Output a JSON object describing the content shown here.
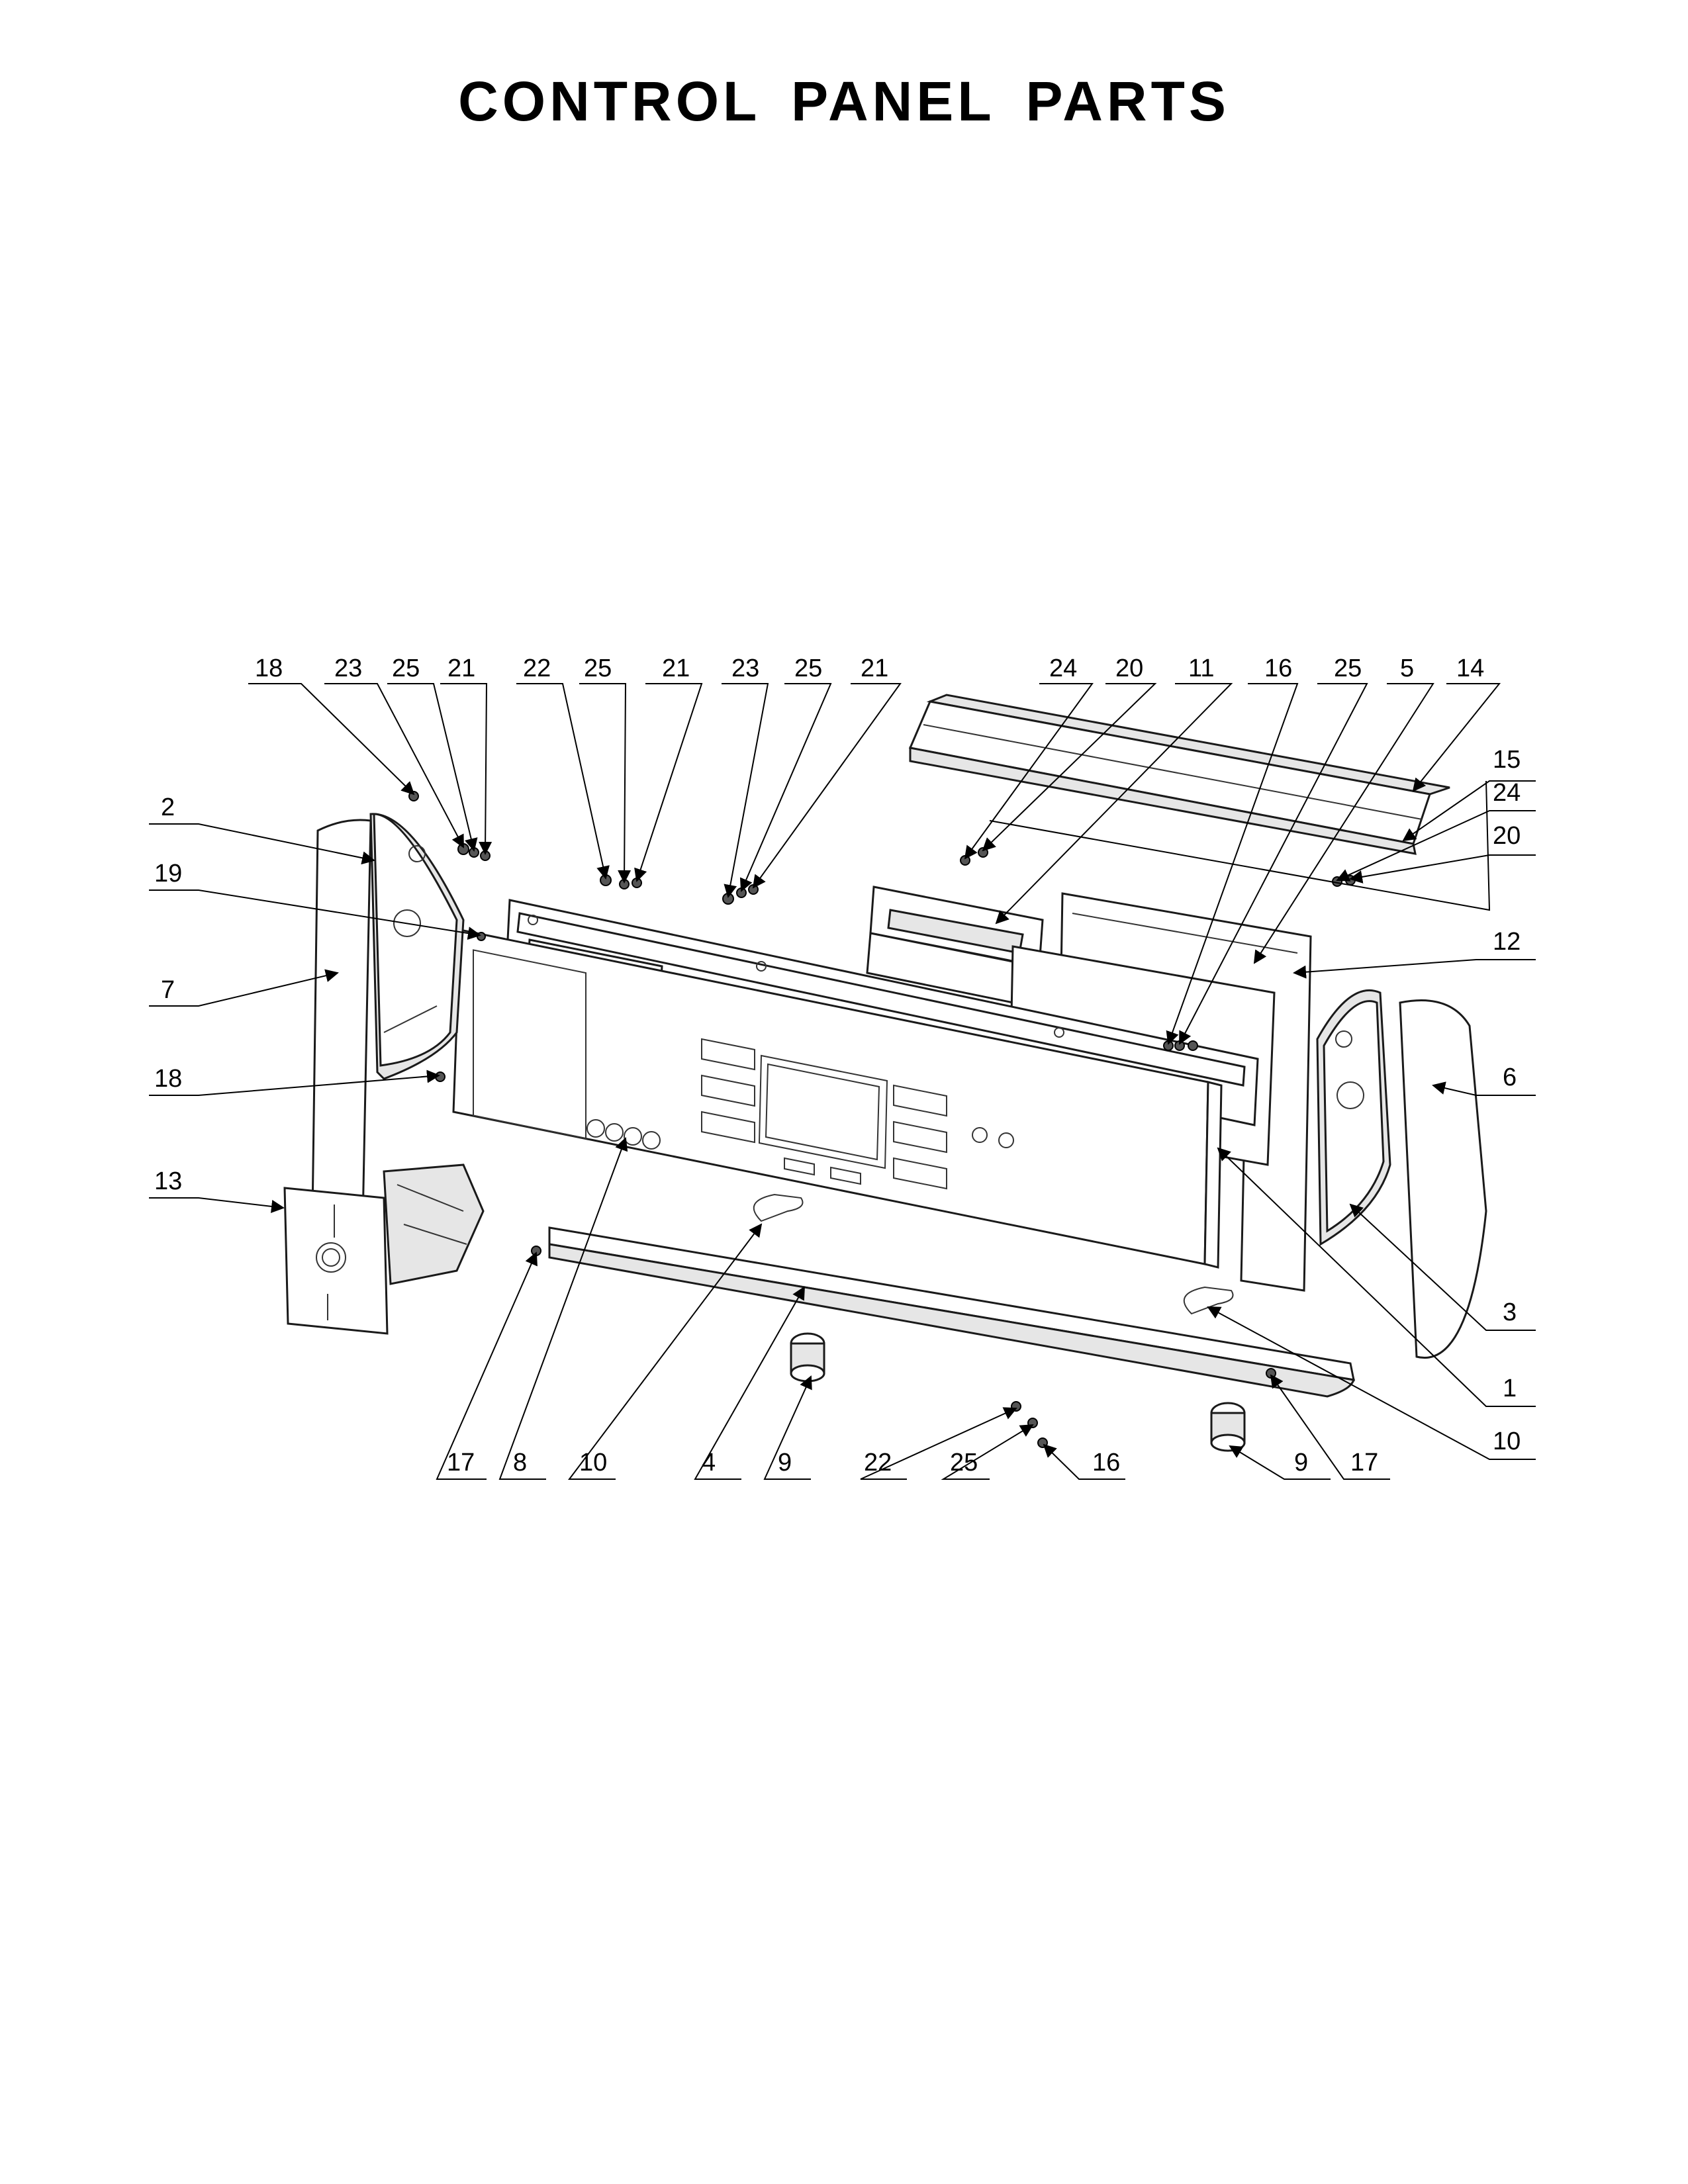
{
  "title": "CONTROL PANEL PARTS",
  "callouts": {
    "c18a": "18",
    "c23a": "23",
    "c25a": "25",
    "c21a": "21",
    "c22a": "22",
    "c25b": "25",
    "c21b": "21",
    "c23b": "23",
    "c25c": "25",
    "c21c": "21",
    "c24a": "24",
    "c20a": "20",
    "c11": "11",
    "c16a": "16",
    "c25d": "25",
    "c5": "5",
    "c14": "14",
    "c2": "2",
    "c19": "19",
    "c7": "7",
    "c18b": "18",
    "c13": "13",
    "c15": "15",
    "c24b": "24",
    "c20b": "20",
    "c12": "12",
    "c6": "6",
    "c3": "3",
    "c1": "1",
    "c10b": "10",
    "c17a": "17",
    "c8": "8",
    "c10a": "10",
    "c4": "4",
    "c9a": "9",
    "c22b": "22",
    "c25e": "25",
    "c16b": "16",
    "c9b": "9",
    "c17b": "17"
  }
}
